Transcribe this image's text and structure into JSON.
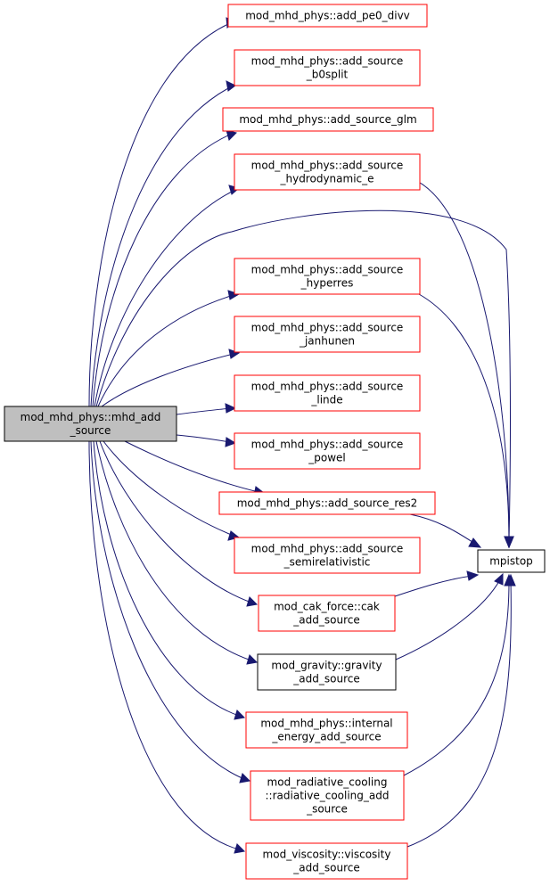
{
  "colors": {
    "edge": "#191970",
    "root_fill": "#bfbfbf",
    "root_border": "#000000",
    "link_border": "#ff0000",
    "plain_border": "#000000",
    "node_fill": "#ffffff"
  },
  "nodes": [
    {
      "id": "root",
      "style": "root",
      "lines": [
        "mod_mhd_phys::mhd_add",
        "_source"
      ]
    },
    {
      "id": "pe0",
      "style": "link",
      "lines": [
        "mod_mhd_phys::add_pe0_divv"
      ]
    },
    {
      "id": "b0split",
      "style": "link",
      "lines": [
        "mod_mhd_phys::add_source",
        "_b0split"
      ]
    },
    {
      "id": "glm",
      "style": "link",
      "lines": [
        "mod_mhd_phys::add_source_glm"
      ]
    },
    {
      "id": "hydro",
      "style": "link",
      "lines": [
        "mod_mhd_phys::add_source",
        "_hydrodynamic_e"
      ]
    },
    {
      "id": "hyperres",
      "style": "link",
      "lines": [
        "mod_mhd_phys::add_source",
        "_hyperres"
      ]
    },
    {
      "id": "janhunen",
      "style": "link",
      "lines": [
        "mod_mhd_phys::add_source",
        "_janhunen"
      ]
    },
    {
      "id": "linde",
      "style": "link",
      "lines": [
        "mod_mhd_phys::add_source",
        "_linde"
      ]
    },
    {
      "id": "powel",
      "style": "link",
      "lines": [
        "mod_mhd_phys::add_source",
        "_powel"
      ]
    },
    {
      "id": "res2",
      "style": "link",
      "lines": [
        "mod_mhd_phys::add_source_res2"
      ]
    },
    {
      "id": "semirel",
      "style": "link",
      "lines": [
        "mod_mhd_phys::add_source",
        "_semirelativistic"
      ]
    },
    {
      "id": "cak",
      "style": "link",
      "lines": [
        "mod_cak_force::cak",
        "_add_source"
      ]
    },
    {
      "id": "gravity",
      "style": "plain",
      "lines": [
        "mod_gravity::gravity",
        "_add_source"
      ]
    },
    {
      "id": "internal",
      "style": "link",
      "lines": [
        "mod_mhd_phys::internal",
        "_energy_add_source"
      ]
    },
    {
      "id": "radcool",
      "style": "link",
      "lines": [
        "mod_radiative_cooling",
        "::radiative_cooling_add",
        "_source"
      ]
    },
    {
      "id": "visc",
      "style": "link",
      "lines": [
        "mod_viscosity::viscosity",
        "_add_source"
      ]
    },
    {
      "id": "mpistop",
      "style": "plain",
      "lines": [
        "mpistop"
      ]
    }
  ],
  "edges": [
    {
      "from": "root",
      "to": "pe0"
    },
    {
      "from": "root",
      "to": "b0split"
    },
    {
      "from": "root",
      "to": "glm"
    },
    {
      "from": "root",
      "to": "hydro"
    },
    {
      "from": "root",
      "to": "mpistop"
    },
    {
      "from": "root",
      "to": "hyperres"
    },
    {
      "from": "root",
      "to": "janhunen"
    },
    {
      "from": "root",
      "to": "linde"
    },
    {
      "from": "root",
      "to": "powel"
    },
    {
      "from": "root",
      "to": "res2"
    },
    {
      "from": "root",
      "to": "semirel"
    },
    {
      "from": "root",
      "to": "cak"
    },
    {
      "from": "root",
      "to": "gravity"
    },
    {
      "from": "root",
      "to": "internal"
    },
    {
      "from": "root",
      "to": "radcool"
    },
    {
      "from": "root",
      "to": "visc"
    },
    {
      "from": "hydro",
      "to": "mpistop"
    },
    {
      "from": "hyperres",
      "to": "mpistop"
    },
    {
      "from": "res2",
      "to": "mpistop"
    },
    {
      "from": "cak",
      "to": "mpistop"
    },
    {
      "from": "gravity",
      "to": "mpistop"
    },
    {
      "from": "radcool",
      "to": "mpistop"
    },
    {
      "from": "visc",
      "to": "mpistop"
    }
  ]
}
